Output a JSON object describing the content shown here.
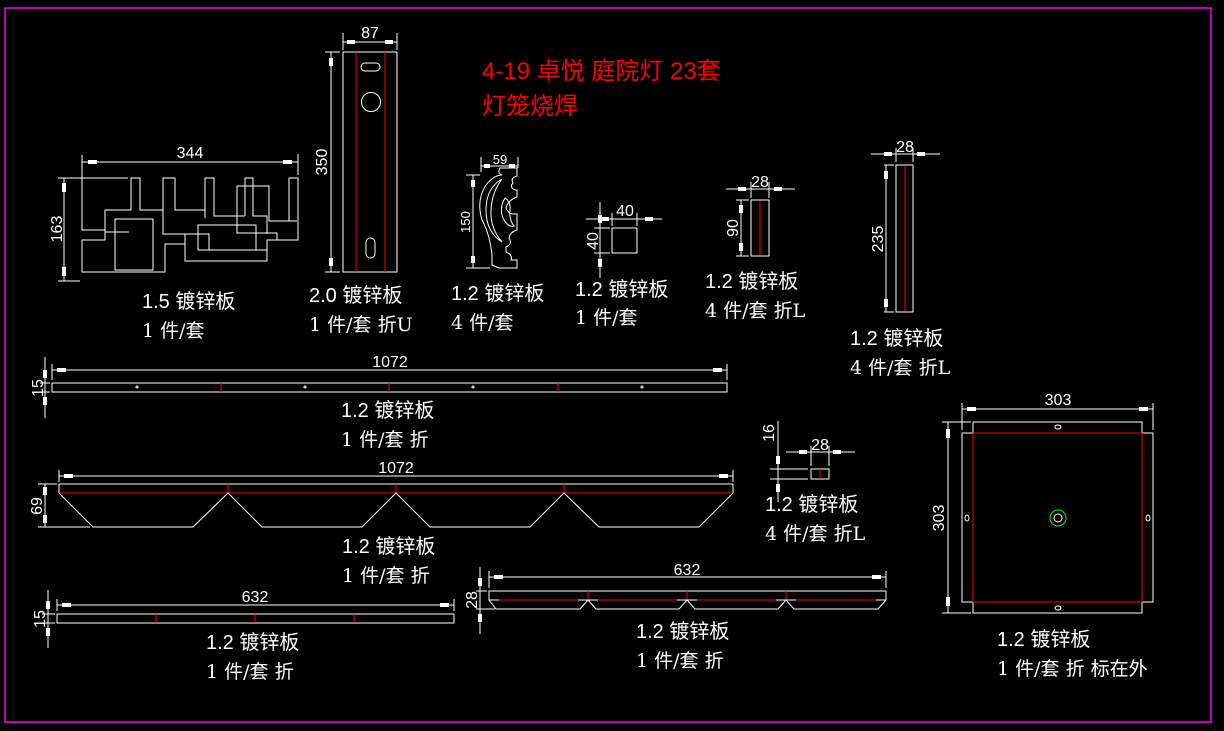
{
  "title": {
    "line1": "4-19 卓悦  庭院灯  23套",
    "line2": "灯笼烧焊",
    "color": "#ff0000"
  },
  "colors": {
    "background": "#000000",
    "frame": "#ff00ff",
    "outline": "#ffffff",
    "fold_line": "#ff0000",
    "center_mark": "#00ff00"
  },
  "parts": [
    {
      "id": "p1",
      "dims": {
        "width": "344",
        "height": "163"
      },
      "material": "1.5 镀锌板",
      "qty": "1 件/套"
    },
    {
      "id": "p2",
      "dims": {
        "width": "87",
        "height": "350"
      },
      "material": "2.0 镀锌板",
      "qty": "1 件/套 折U"
    },
    {
      "id": "p3",
      "dims": {
        "width": "59",
        "height": "150"
      },
      "material": "1.2 镀锌板",
      "qty": "4 件/套"
    },
    {
      "id": "p4",
      "dims": {
        "width": "40",
        "height": "40"
      },
      "material": "1.2 镀锌板",
      "qty": "1 件/套"
    },
    {
      "id": "p5",
      "dims": {
        "width": "28",
        "height": "90"
      },
      "material": "1.2 镀锌板",
      "qty": "4 件/套 折L"
    },
    {
      "id": "p6",
      "dims": {
        "width": "28",
        "height": "235"
      },
      "material": "1.2 镀锌板",
      "qty": "4 件/套 折L"
    },
    {
      "id": "p7",
      "dims": {
        "width": "1072",
        "height": "15"
      },
      "material": "1.2 镀锌板",
      "qty": "1 件/套 折"
    },
    {
      "id": "p8",
      "dims": {
        "width": "1072",
        "height": "69"
      },
      "material": "1.2 镀锌板",
      "qty": "1 件/套 折"
    },
    {
      "id": "p9",
      "dims": {
        "width": "28",
        "height": "16"
      },
      "material": "1.2 镀锌板",
      "qty": "4 件/套 折L"
    },
    {
      "id": "p10",
      "dims": {
        "width": "632",
        "height": "15"
      },
      "material": "1.2 镀锌板",
      "qty": "1 件/套 折"
    },
    {
      "id": "p11",
      "dims": {
        "width": "632",
        "height": "28"
      },
      "material": "1.2 镀锌板",
      "qty": "1 件/套 折"
    },
    {
      "id": "p12",
      "dims": {
        "width": "303",
        "height": "303"
      },
      "material": "1.2 镀锌板",
      "qty": "1 件/套 折 标在外"
    }
  ]
}
